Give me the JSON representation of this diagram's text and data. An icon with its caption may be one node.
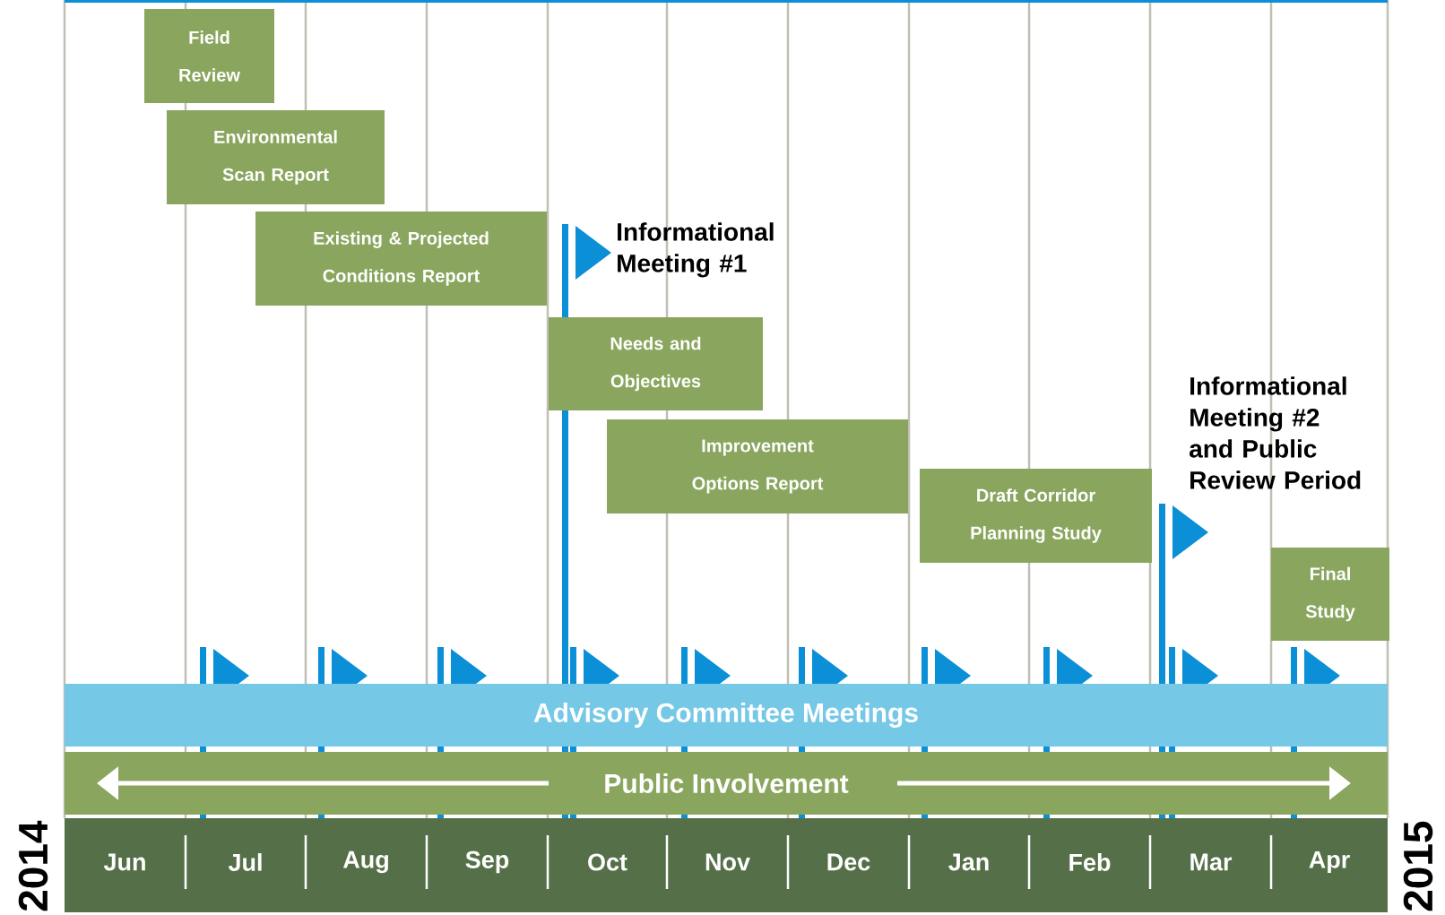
{
  "diagram": {
    "nodes": [
      {
        "text": [
          "Field Review"
        ]
      },
      {
        "text": [
          "Environmental Scan Report"
        ]
      },
      {
        "text": [
          "Existing & Projected Conditions Report"
        ]
      },
      {
        "text": [
          "Informational Meeting #1"
        ]
      },
      {
        "text": [
          "Needs and Objectives"
        ]
      },
      {
        "text": [
          "Informational Meeting #2 and Public Review Period"
        ]
      },
      {
        "text": [
          "Improvement Options Report"
        ]
      },
      {
        "text": [
          "Draft Corridor Planning Study"
        ]
      },
      {
        "text": [
          "Final Study"
        ]
      },
      {
        "text": [
          "Advisory Committee Meetings"
        ]
      },
      {
        "text": [
          "Public Involvement"
        ]
      }
    ],
    "labels": [
      "Jun",
      "Jul",
      "Aug",
      "Sep",
      "Oct",
      "Nov",
      "Dec",
      "Jan",
      "Feb",
      "Mar",
      "Apr",
      "2014",
      "2015"
    ]
  }
}
